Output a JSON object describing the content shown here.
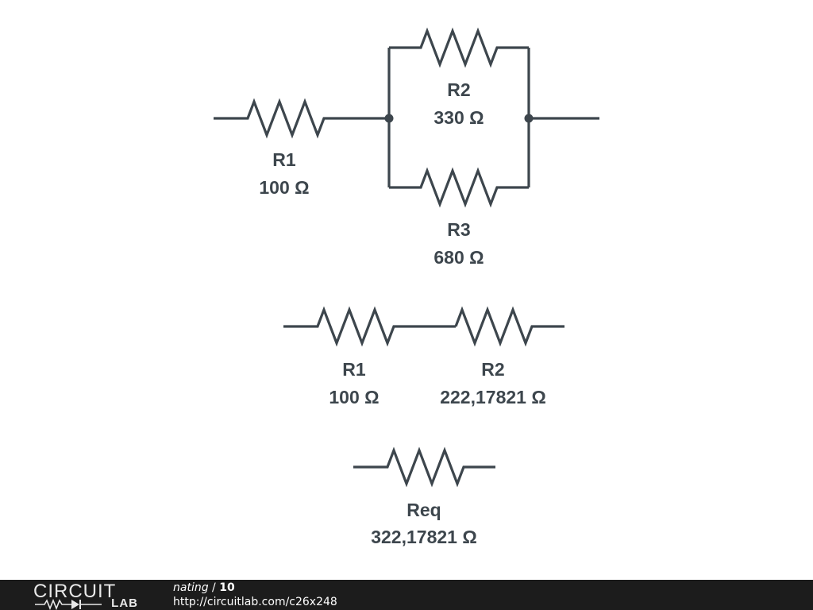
{
  "circuit_top": {
    "r1": {
      "name": "R1",
      "value": "100 Ω"
    },
    "r2": {
      "name": "R2",
      "value": "330 Ω"
    },
    "r3": {
      "name": "R3",
      "value": "680 Ω"
    }
  },
  "circuit_middle": {
    "r1": {
      "name": "R1",
      "value": "100 Ω"
    },
    "r2": {
      "name": "R2",
      "value": "222,17821 Ω"
    }
  },
  "circuit_bottom": {
    "req": {
      "name": "Req",
      "value": "322,17821 Ω"
    }
  },
  "footer": {
    "logo_top": "CIRCUIT",
    "logo_bottom": "LAB",
    "user": "nating",
    "separator": " / ",
    "count": "10",
    "url": "http://circuitlab.com/c26x248"
  }
}
